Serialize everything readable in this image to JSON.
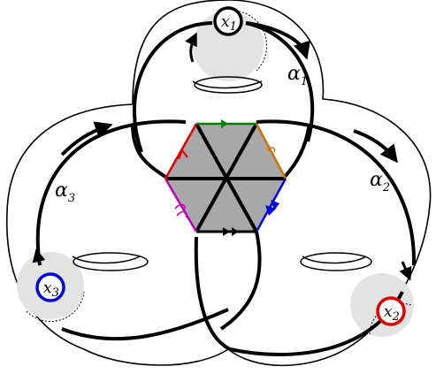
{
  "labels": {
    "x1": {
      "base": "x",
      "sub": "1"
    },
    "x2": {
      "base": "x",
      "sub": "2"
    },
    "x3": {
      "base": "x",
      "sub": "3"
    },
    "alpha1": {
      "base": "α",
      "sub": "1"
    },
    "alpha2": {
      "base": "α",
      "sub": "2"
    },
    "alpha3": {
      "base": "α",
      "sub": "3"
    }
  },
  "colors": {
    "x1_circle": "#000000",
    "x2_circle": "#e00000",
    "x3_circle": "#0000e0",
    "edge_top": "#008000",
    "edge_top_right": "#d07000",
    "edge_bottom_right": "#0000e0",
    "edge_bottom_left": "#c000c0",
    "edge_top_left": "#e00000",
    "hexagon_fill": "#a8a8a8",
    "disk_fill": "#e3e3e3"
  }
}
